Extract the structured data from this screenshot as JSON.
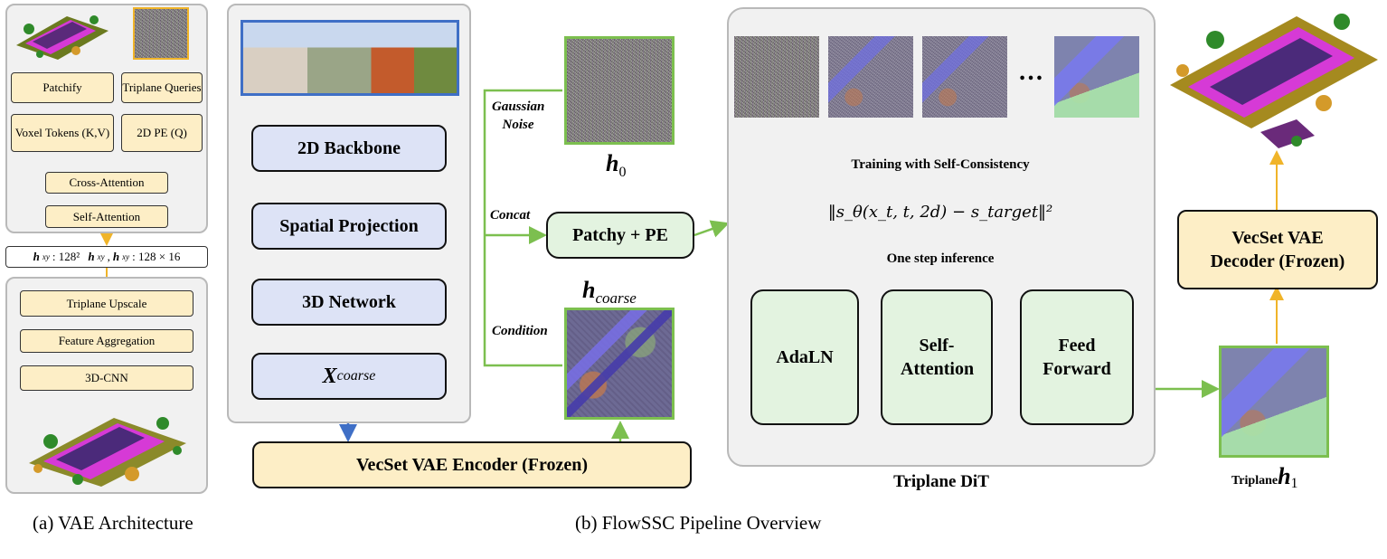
{
  "vae": {
    "patchify": "Patchify",
    "triplane_queries": "Triplane Queries",
    "voxel_tokens": "Voxel Tokens (K,V)",
    "pe2d": "2D PE (Q)",
    "cross_attention": "Cross-Attention",
    "self_attention": "Self-Attention",
    "latent_h": "h",
    "latent_sub": "xy",
    "latent_dim1": ": 128²",
    "latent_dim2": ": 128 × 16",
    "triplane_upscale": "Triplane Upscale",
    "feature_aggregation": "Feature Aggregation",
    "cnn3d": "3D-CNN"
  },
  "pipeline": {
    "backbone_2d": "2D Backbone",
    "spatial_projection": "Spatial Projection",
    "network_3d": "3D Network",
    "x_coarse_main": "X",
    "x_coarse_sub": "coarse",
    "vae_encoder": "VecSet VAE Encoder (Frozen)",
    "gaussian_noise": "Gaussian Noise",
    "h0_main": "h",
    "h0_sub": "0",
    "concat": "Concat",
    "patchy_pe": "Patchy + PE",
    "h_coarse_main": "h",
    "h_coarse_sub": "coarse",
    "condition": "Condition",
    "ellipsis": "…",
    "training_label": "Training with Self-Consistency",
    "loss_formula": "‖s_θ(x_t, t, 2d) − s_target‖²",
    "inference_label": "One step inference",
    "adaln": "AdaLN",
    "self_attention": "Self-Attention",
    "feed_forward": "Feed Forward",
    "dit_title": "Triplane DiT",
    "vae_decoder": "VecSet VAE Decoder (Frozen)",
    "triplane_label": "Triplane",
    "h1_main": "h",
    "h1_sub": "1"
  },
  "captions": {
    "a": "(a) VAE Architecture",
    "b": "(b) FlowSSC Pipeline Overview"
  },
  "colors": {
    "blue_arrow": "#3f6fc6",
    "orange_arrow": "#f0b429",
    "green_arrow": "#7cbf4f"
  }
}
